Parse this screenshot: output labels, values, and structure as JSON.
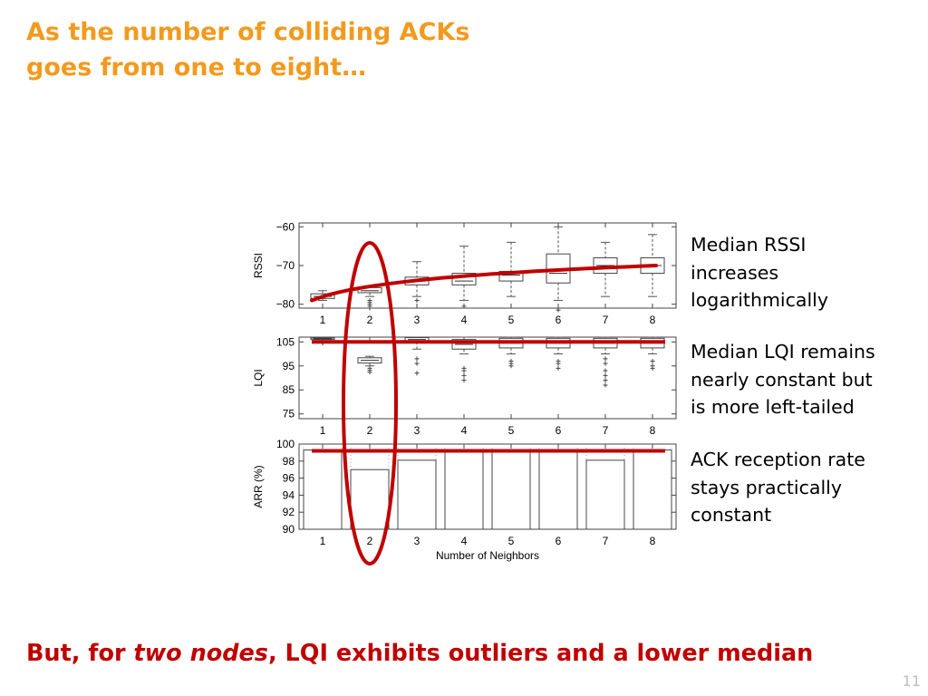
{
  "slide": {
    "title_lines": [
      "As the number of colliding ACKs",
      "goes from one to eight…"
    ],
    "annotations": [
      {
        "lines": [
          "Median RSSI",
          "increases",
          "logarithmically"
        ]
      },
      {
        "lines": [
          "Median LQI remains",
          "nearly constant but",
          "is more left-tailed"
        ]
      },
      {
        "lines": [
          "ACK reception rate",
          "stays practically",
          "constant"
        ]
      }
    ],
    "bottom": {
      "part1": "But, for ",
      "em": "two nodes",
      "part2": ", LQI exhibits outliers and a lower median"
    },
    "page_number": "11",
    "colors": {
      "title": "#f29a1e",
      "emphasis": "#c00000",
      "trend_line": "#c00000",
      "page_number": "#bdbdbd"
    }
  },
  "chart_data": [
    {
      "type": "box",
      "ylabel": "RSSI",
      "categories": [
        "1",
        "2",
        "3",
        "4",
        "5",
        "6",
        "7",
        "8"
      ],
      "yticks": [
        -60,
        -70,
        -80
      ],
      "ytick_labels": [
        "−60",
        "−70",
        "−80"
      ],
      "ylim": [
        -81,
        -59
      ],
      "boxes": [
        {
          "min": -79,
          "q1": -78.5,
          "median": -78,
          "q3": -77.3,
          "max": -76.5,
          "outliers": []
        },
        {
          "min": -78,
          "q1": -77,
          "median": -76.5,
          "q3": -75.7,
          "max": -75.2,
          "outliers": [
            -79,
            -79.5,
            -80,
            -80.5,
            -81
          ]
        },
        {
          "min": -78,
          "q1": -75,
          "median": -74,
          "q3": -73,
          "max": -69,
          "outliers": [
            -79
          ]
        },
        {
          "min": -79,
          "q1": -75,
          "median": -74,
          "q3": -72,
          "max": -65,
          "outliers": [
            -80.5
          ]
        },
        {
          "min": -78,
          "q1": -74,
          "median": -72.5,
          "q3": -71.5,
          "max": -64,
          "outliers": []
        },
        {
          "min": -79,
          "q1": -74.5,
          "median": -72,
          "q3": -67,
          "max": -60,
          "outliers": [
            -81.5
          ]
        },
        {
          "min": -78,
          "q1": -72,
          "median": -70,
          "q3": -68,
          "max": -64,
          "outliers": []
        },
        {
          "min": -78,
          "q1": -72,
          "median": -70,
          "q3": -68,
          "max": -62,
          "outliers": []
        }
      ],
      "trend": {
        "type": "log",
        "start": -79,
        "end": -70
      }
    },
    {
      "type": "box",
      "ylabel": "LQI",
      "categories": [
        "1",
        "2",
        "3",
        "4",
        "5",
        "6",
        "7",
        "8"
      ],
      "yticks": [
        105,
        95,
        85,
        75
      ],
      "ytick_labels": [
        "105",
        "95",
        "85",
        "75"
      ],
      "ylim": [
        73,
        107
      ],
      "boxes": [
        {
          "min": 105,
          "q1": 106,
          "median": 106.3,
          "q3": 106.6,
          "max": 106.8,
          "outliers": [
            104.5
          ]
        },
        {
          "min": 95,
          "q1": 96.2,
          "median": 97.3,
          "q3": 98.4,
          "max": 99,
          "outliers": [
            94,
            93.2,
            92.4
          ]
        },
        {
          "min": 102,
          "q1": 105,
          "median": 106,
          "q3": 106.8,
          "max": 107,
          "outliers": [
            98,
            96,
            92
          ]
        },
        {
          "min": 100,
          "q1": 102,
          "median": 104,
          "q3": 106,
          "max": 107,
          "outliers": [
            94,
            93,
            91,
            89
          ]
        },
        {
          "min": 100,
          "q1": 102.5,
          "median": 104.5,
          "q3": 106.5,
          "max": 107,
          "outliers": [
            97,
            96,
            95
          ]
        },
        {
          "min": 100,
          "q1": 102.5,
          "median": 104.5,
          "q3": 106.5,
          "max": 107,
          "outliers": [
            97,
            96,
            94
          ]
        },
        {
          "min": 100,
          "q1": 102.5,
          "median": 104.5,
          "q3": 106.5,
          "max": 107,
          "outliers": [
            98,
            96,
            93,
            91,
            89,
            87
          ]
        },
        {
          "min": 100,
          "q1": 102.5,
          "median": 104.5,
          "q3": 106.5,
          "max": 107,
          "outliers": [
            97,
            95,
            94
          ]
        }
      ],
      "trend": {
        "type": "constant",
        "value": 105
      }
    },
    {
      "type": "bar",
      "ylabel": "ARR (%)",
      "xlabel": "Number of Neighbors",
      "categories": [
        "1",
        "2",
        "3",
        "4",
        "5",
        "6",
        "7",
        "8"
      ],
      "yticks": [
        100,
        98,
        96,
        94,
        92,
        90
      ],
      "ytick_labels": [
        "100",
        "98",
        "96",
        "94",
        "92",
        "90"
      ],
      "ylim": [
        90,
        100
      ],
      "values": [
        99.3,
        97,
        98.1,
        99.3,
        99.3,
        99.3,
        98.1,
        99.3
      ],
      "trend": {
        "type": "constant",
        "value": 99.2
      }
    }
  ]
}
